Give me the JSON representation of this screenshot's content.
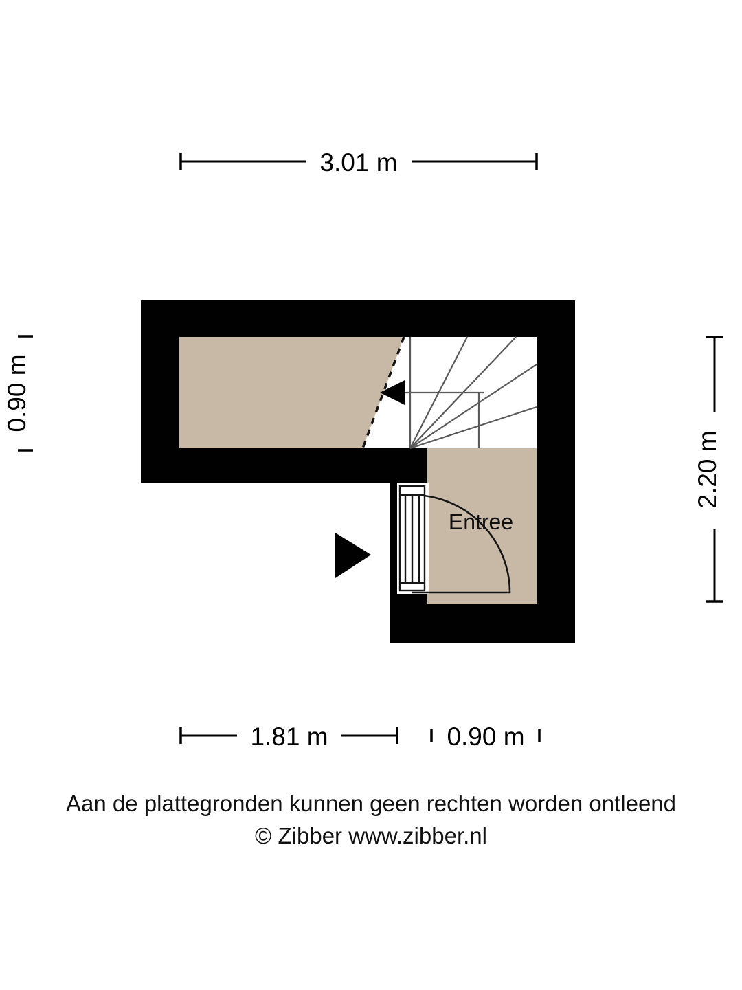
{
  "document": {
    "kind": "floor-plan",
    "room_label": "Entree",
    "background_color": "#ffffff",
    "wall_color": "#010101",
    "room_fill_color": "#c8b8a6",
    "stair_line_color": "#5a5a5a"
  },
  "dimensions": {
    "top": {
      "label": "3.01 m",
      "orientation": "horizontal",
      "position": "top"
    },
    "left": {
      "label": "0.90 m",
      "orientation": "vertical",
      "position": "left"
    },
    "right": {
      "label": "2.20 m",
      "orientation": "vertical",
      "position": "right"
    },
    "bottom_left": {
      "label": "1.81 m",
      "orientation": "horizontal",
      "position": "bottom"
    },
    "bottom_right": {
      "label": "0.90 m",
      "orientation": "horizontal",
      "position": "bottom"
    }
  },
  "rooms": [
    {
      "name": "Entree",
      "label": "Entree",
      "fill": "#c8b8a6"
    }
  ],
  "features": {
    "staircase": {
      "name": "winder-staircase",
      "direction_arrow": "left"
    },
    "entry_door": {
      "name": "front-door",
      "swing": "quarter-arc"
    },
    "entry_marker": {
      "name": "entry-direction-marker",
      "direction": "right"
    }
  },
  "footer": {
    "disclaimer": "Aan de plattegronden kunnen geen rechten worden ontleend",
    "copyright": "© Zibber www.zibber.nl"
  }
}
